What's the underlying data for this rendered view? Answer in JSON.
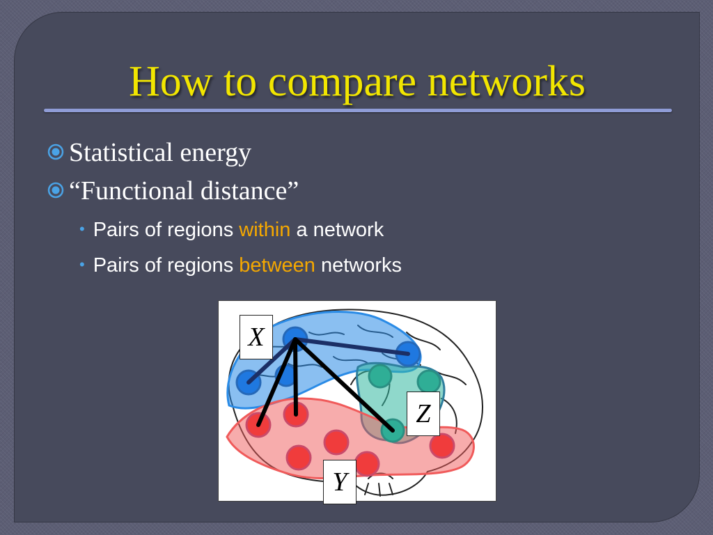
{
  "slide": {
    "title": "How to compare networks",
    "bullets": [
      {
        "text": "Statistical energy"
      },
      {
        "text": "“Functional distance”"
      }
    ],
    "sub_bullets": [
      {
        "before": "Pairs of regions ",
        "highlight": "within",
        "after": " a network"
      },
      {
        "before": "Pairs of regions ",
        "highlight": "between",
        "after": " networks"
      }
    ],
    "figure": {
      "labels": {
        "x": "X",
        "y": "Y",
        "z": "Z"
      }
    }
  },
  "colors": {
    "title": "#f2e600",
    "highlight": "#f5a800",
    "accent": "#8f9cd6",
    "bullet_icon": "#4aa3e6",
    "network_x": "#2a8be6",
    "network_y": "#f05a5a",
    "network_z": "#33b8a0"
  },
  "icons": {
    "level1_bullet": "circled-dot-icon",
    "level2_bullet": "small-dot-icon"
  }
}
